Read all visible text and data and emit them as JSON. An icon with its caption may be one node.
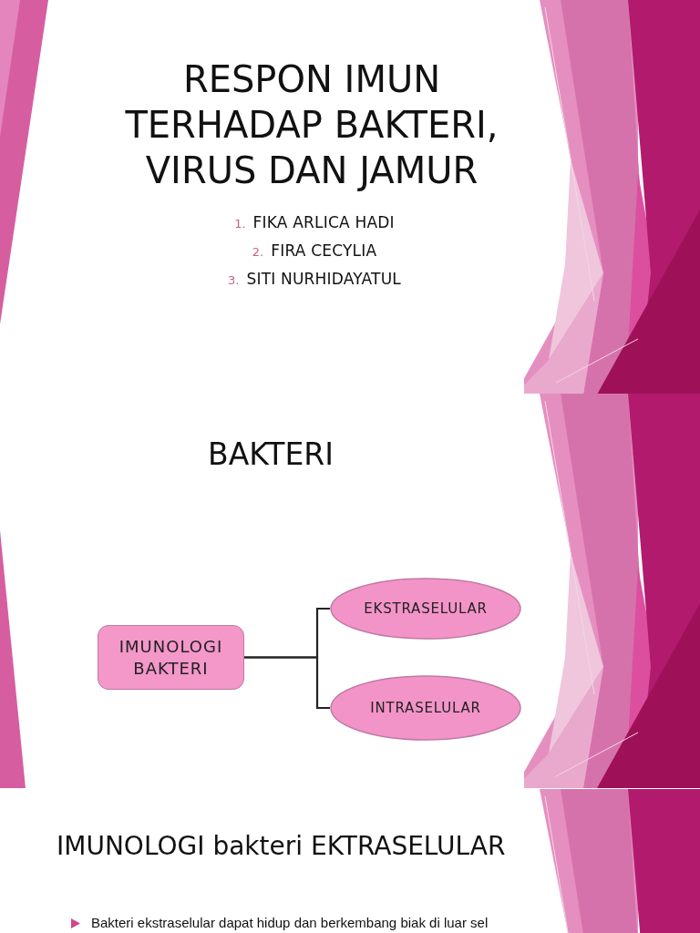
{
  "diagram": {
    "title": "RESPON IMUN TERHADAP BAKTERI, VIRUS DAN JAMUR",
    "nodes": [
      {
        "text": [
          "IMUNOLOGI BAKTERI"
        ]
      },
      {
        "text": [
          "EKSTRASELULAR"
        ]
      },
      {
        "text": [
          "INTRASELULAR"
        ]
      }
    ],
    "edges": [
      {
        "from": 0,
        "to": 1,
        "arrow": "none"
      },
      {
        "from": 0,
        "to": 2,
        "arrow": "none"
      }
    ],
    "labels": [
      "1.",
      "FIKA ARLICA HADI",
      "2.",
      "FIRA CECYLIA",
      "3.",
      "SITI NURHIDAYATUL",
      "BAKTERI",
      "IMUNOLOGI bakteri EKTRASELULAR",
      "Bakteri ekstraselular dapat hidup dan berkembang biak di luar sel"
    ]
  }
}
